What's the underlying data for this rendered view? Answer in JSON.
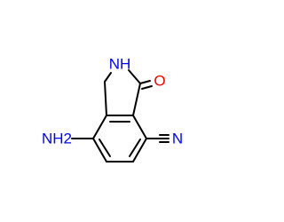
{
  "molecule": {
    "atoms": [
      {
        "id": "c3a",
        "element": "C"
      },
      {
        "id": "c4",
        "element": "C"
      },
      {
        "id": "c5",
        "element": "C"
      },
      {
        "id": "c6",
        "element": "C"
      },
      {
        "id": "c7",
        "element": "C"
      },
      {
        "id": "c7a",
        "element": "C"
      },
      {
        "id": "c1",
        "element": "C"
      },
      {
        "id": "n2",
        "element": "N"
      },
      {
        "id": "c3",
        "element": "C"
      },
      {
        "id": "o",
        "element": "O"
      },
      {
        "id": "cn_c",
        "element": "C"
      },
      {
        "id": "cn_n",
        "element": "N"
      },
      {
        "id": "nh2",
        "element": "N"
      }
    ],
    "bonds": [
      {
        "a": "c3a",
        "b": "c4",
        "order": 1
      },
      {
        "a": "c4",
        "b": "c5",
        "order": 2
      },
      {
        "a": "c5",
        "b": "c6",
        "order": 1
      },
      {
        "a": "c6",
        "b": "c7",
        "order": 2
      },
      {
        "a": "c7",
        "b": "c7a",
        "order": 1
      },
      {
        "a": "c7a",
        "b": "c3a",
        "order": 2
      },
      {
        "a": "c7a",
        "b": "c1",
        "order": 1
      },
      {
        "a": "c1",
        "b": "n2",
        "order": 1
      },
      {
        "a": "n2",
        "b": "c3",
        "order": 1
      },
      {
        "a": "c3",
        "b": "c3a",
        "order": 1
      },
      {
        "a": "c1",
        "b": "o",
        "order": 2
      },
      {
        "a": "c7",
        "b": "cn_c",
        "order": 1
      },
      {
        "a": "cn_c",
        "b": "cn_n",
        "order": 3
      },
      {
        "a": "c4",
        "b": "nh2",
        "order": 1
      }
    ]
  },
  "labels": {
    "nh": "NH",
    "oxygen": "O",
    "nitrile_n": "N",
    "amine": "NH2"
  },
  "colors": {
    "nitrogen": "#0000FF",
    "oxygen": "#FF0000",
    "bond": "#000000"
  }
}
